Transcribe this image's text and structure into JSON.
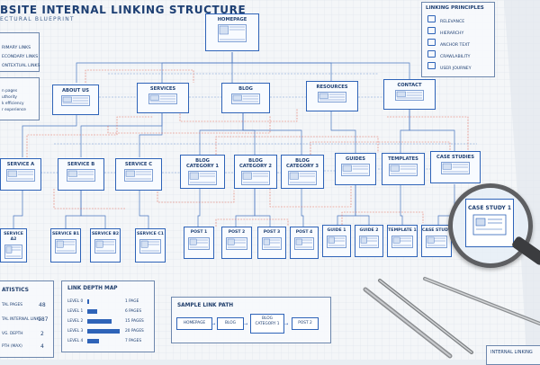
{
  "header": {
    "title": "BSITE INTERNAL LINKING STRUCTURE",
    "subtitle": "ECTURAL BLUEPRINT"
  },
  "nodes": {
    "homepage": "HOMEPAGE",
    "about": "ABOUT US",
    "services": "SERVICES",
    "blog": "BLOG",
    "resources": "RESOURCES",
    "contact": "CONTACT",
    "service_a": "SERVICE A",
    "service_b": "SERVICE B",
    "service_c": "SERVICE C",
    "blog_cat1": "BLOG CATEGORY 1",
    "blog_cat2": "BLOG CATEGORY 2",
    "blog_cat3": "BLOG CATEGORY 3",
    "guides": "GUIDES",
    "templates": "TEMPLATES",
    "case_studies": "CASE STUDIES",
    "service_a2": "SERVICE A2",
    "service_b1": "SERVICE B1",
    "service_b2": "SERVICE B2",
    "service_c1": "SERVICE C1",
    "post1": "POST 1",
    "post2": "POST 2",
    "post3": "POST 3",
    "post4": "POST 4",
    "guide1": "GUIDE 1",
    "guide2": "GUIDE 2",
    "template1": "TEMPLATE 1",
    "case_study_short": "CASE STUDY",
    "case_study_1": "CASE STUDY 1"
  },
  "left_legend": {
    "items": [
      "RIMARY LINKS",
      "ECONDARY LINKS",
      "ONTEXTUAL LINKS"
    ]
  },
  "left_notes": {
    "items": [
      "n pages",
      "uthority",
      "k efficiency",
      "r experience"
    ]
  },
  "principles": {
    "title": "LINKING PRINCIPLES",
    "items": [
      "RELEVANCE",
      "HIERARCHY",
      "ANCHOR TEXT",
      "CRAWLABILITY",
      "USER JOURNEY"
    ]
  },
  "statistics": {
    "title": "ATISTICS",
    "rows": [
      {
        "label": "TAL PAGES",
        "value": "48"
      },
      {
        "label": "TAL INTERNAL LINKS",
        "value": "187"
      },
      {
        "label": "VG. DEPTH",
        "value": "2"
      },
      {
        "label": "PTH (MAX)",
        "value": "4"
      }
    ]
  },
  "depth_map": {
    "title": "LINK DEPTH MAP",
    "rows": [
      {
        "level": "LEVEL 0",
        "pages": "1 PAGE",
        "fraction": 0.04
      },
      {
        "level": "LEVEL 1",
        "pages": "6 PAGES",
        "fraction": 0.3
      },
      {
        "level": "LEVEL 2",
        "pages": "15 PAGES",
        "fraction": 0.75
      },
      {
        "level": "LEVEL 3",
        "pages": "20 PAGES",
        "fraction": 1.0
      },
      {
        "level": "LEVEL 4",
        "pages": "7 PAGES",
        "fraction": 0.35
      }
    ]
  },
  "sample_path": {
    "title": "SAMPLE LINK PATH",
    "steps": [
      "HOMEPAGE",
      "BLOG",
      "BLOG CATEGORY 1",
      "POST 2"
    ]
  },
  "footer_panel": {
    "title": "INTERNAL LINKING"
  },
  "colors": {
    "primary_link": "#2e63b8",
    "secondary_link": "#4e7fc8",
    "contextual_link": "#e05a4a",
    "ink": "#1e3f72"
  }
}
